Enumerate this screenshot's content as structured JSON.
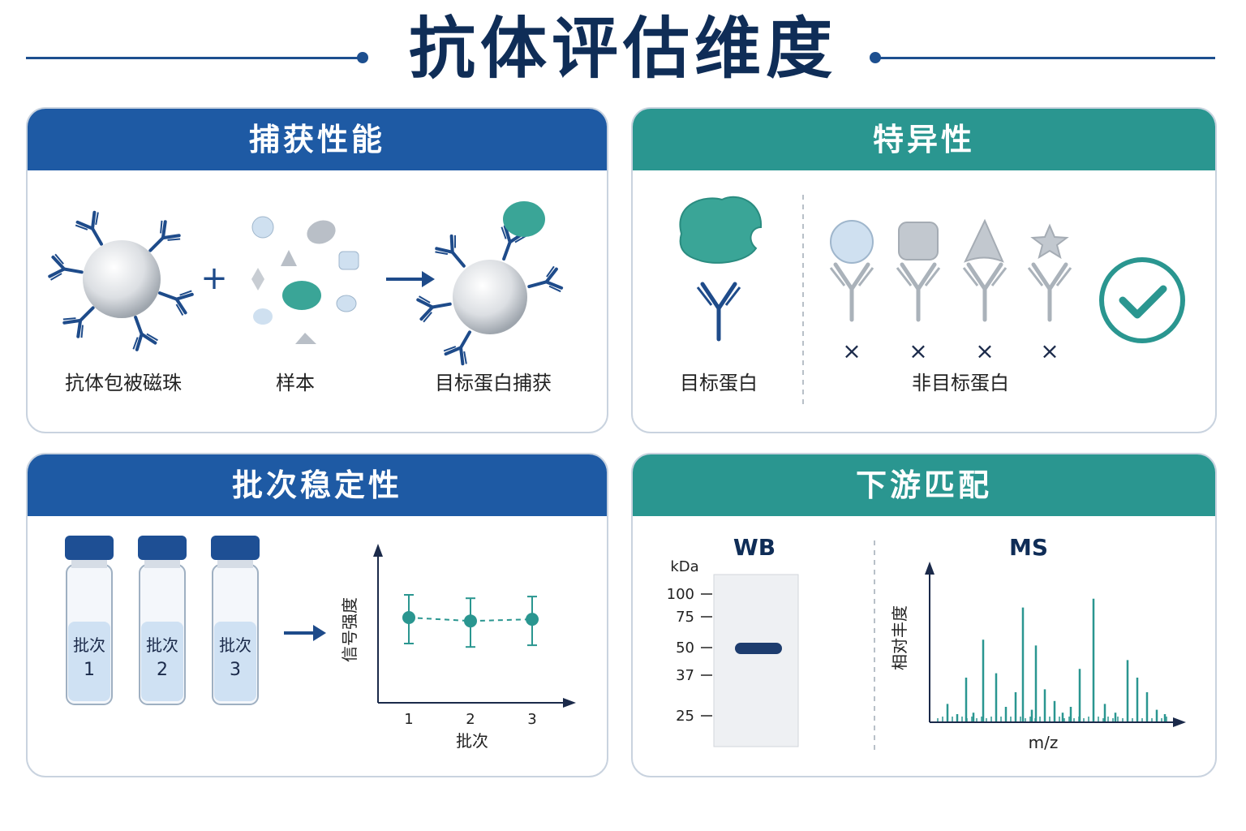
{
  "title": "抗体评估维度",
  "colors": {
    "blue": "#1e5aa4",
    "teal": "#2a9690",
    "navy": "#0f2d57"
  },
  "panels": {
    "capture": {
      "heading": "捕获性能",
      "labels": [
        "抗体包被磁珠",
        "样本",
        "目标蛋白捕获"
      ],
      "plus": "+"
    },
    "specificity": {
      "heading": "特异性",
      "target_label": "目标蛋白",
      "nontarget_label": "非目标蛋白",
      "cross": "×"
    },
    "batch": {
      "heading": "批次稳定性",
      "vials": [
        {
          "line1": "批次",
          "line2": "1"
        },
        {
          "line1": "批次",
          "line2": "2"
        },
        {
          "line1": "批次",
          "line2": "3"
        }
      ],
      "chart_data": {
        "type": "scatter",
        "x": [
          1,
          2,
          3
        ],
        "y": [
          0.5,
          0.48,
          0.49
        ],
        "xlabel": "批次",
        "ylabel": "信号强度",
        "xticks": [
          "1",
          "2",
          "3"
        ]
      }
    },
    "downstream": {
      "heading": "下游匹配",
      "wb": {
        "title": "WB",
        "unit": "kDa",
        "markers": [
          "100",
          "75",
          "50",
          "37",
          "25"
        ],
        "band_kda": "50"
      },
      "ms": {
        "title": "MS",
        "ylabel": "相对丰度",
        "xlabel": "m/z"
      }
    }
  }
}
